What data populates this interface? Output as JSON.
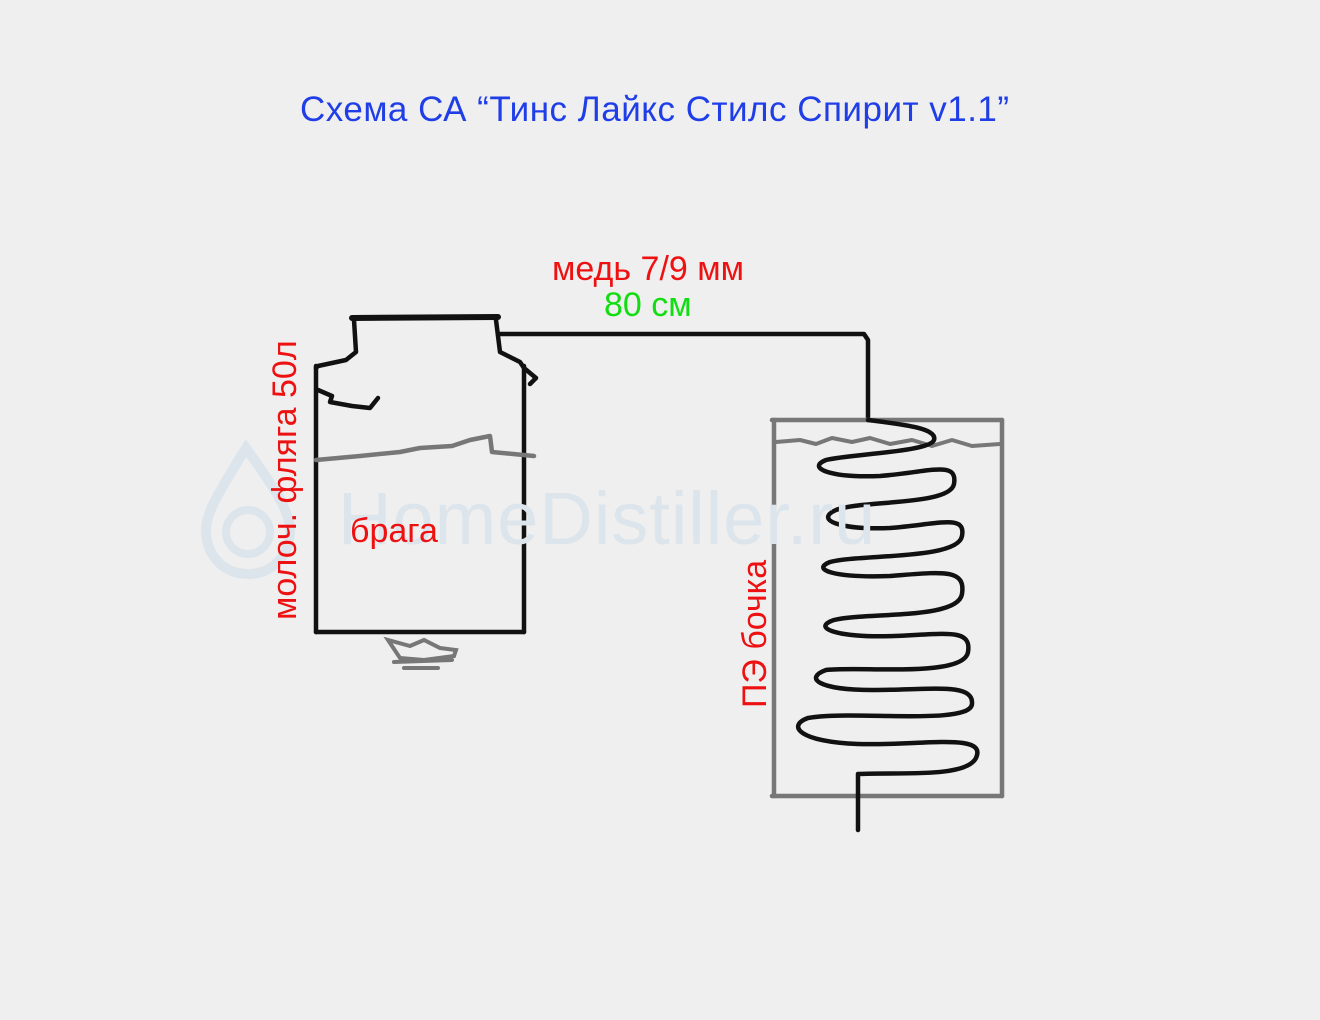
{
  "title": "Схема СА “Тинс Лайкс Стилс Спирит v1.1”",
  "pipe": {
    "material": "медь 7/9 мм",
    "length": "80 см"
  },
  "boiler": {
    "vertical_label": "молоч. фляга 50л",
    "content_label": "брага"
  },
  "condenser": {
    "vertical_label": "ПЭ бочка"
  },
  "watermark": "HomeDistiller.ru",
  "colors": {
    "title": "#1f3ee8",
    "labels": "#ee1111",
    "length": "#11dd11",
    "ink": "#111111",
    "gray": "#777777",
    "background": "#efefef",
    "watermark": "#dce4ec"
  }
}
